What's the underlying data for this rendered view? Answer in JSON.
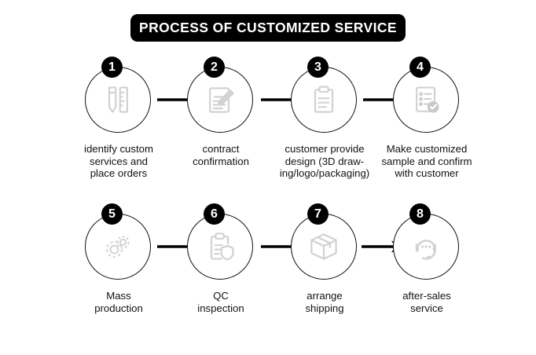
{
  "banner": {
    "title": "PROCESS OF CUSTOMIZED SERVICE",
    "background": "#000000",
    "text_color": "#ffffff"
  },
  "colors": {
    "ink": "#111111",
    "icon_gray": "#d2d2d2",
    "badge_bg": "#000000",
    "page_bg": "#ffffff"
  },
  "rows": [
    {
      "steps": [
        {
          "number": "1",
          "icon": "pencil-ruler-icon",
          "label": "identify custom\nservices and\nplace orders"
        },
        {
          "number": "2",
          "icon": "document-pen-icon",
          "label": "contract\nconfirmation"
        },
        {
          "number": "3",
          "icon": "clipboard-icon",
          "label": "customer provide\ndesign (3D draw-\ning/logo/packaging)"
        },
        {
          "number": "4",
          "icon": "checklist-check-icon",
          "label": "Make customized\nsample and confirm\nwith customer"
        }
      ]
    },
    {
      "steps": [
        {
          "number": "5",
          "icon": "gears-icon",
          "label": "Mass\nproduction"
        },
        {
          "number": "6",
          "icon": "clipboard-shield-icon",
          "label": "QC\ninspection"
        },
        {
          "number": "7",
          "icon": "package-box-icon",
          "label": "arrange\nshipping"
        },
        {
          "number": "8",
          "icon": "headset-support-icon",
          "label": "after-sales\nservice"
        }
      ]
    }
  ],
  "arrows": {
    "count_per_row": 3,
    "direction": "right"
  }
}
